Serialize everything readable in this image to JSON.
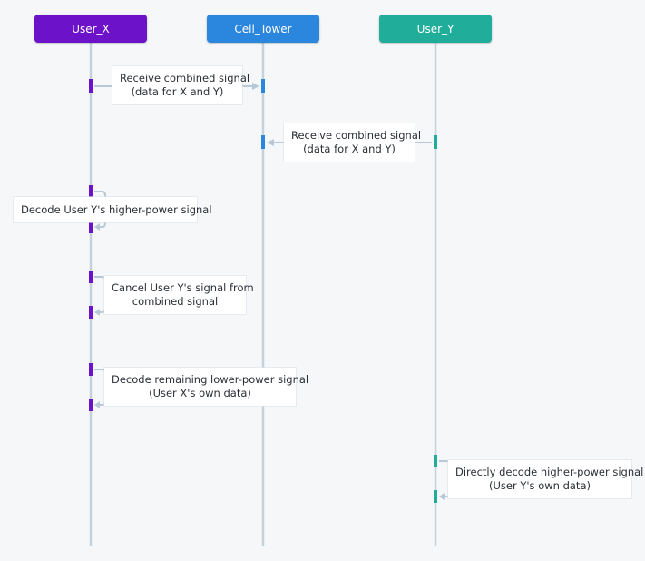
{
  "colors": {
    "user_x": "#6c12c8",
    "cell_tower": "#2b86de",
    "user_y": "#20ae9b",
    "lifeline": "#c5d1dc",
    "arrow": "#b9c8d6",
    "background": "#f5f7f9"
  },
  "actors": [
    {
      "id": "user_x",
      "label": "User_X"
    },
    {
      "id": "cell_tower",
      "label": "Cell_Tower"
    },
    {
      "id": "user_y",
      "label": "User_Y"
    }
  ],
  "messages": [
    {
      "from": "user_x",
      "to": "cell_tower",
      "line1": "Receive combined signal",
      "line2": "(data for X and Y)"
    },
    {
      "from": "user_y",
      "to": "cell_tower",
      "line1": "Receive combined signal",
      "line2": "(data for X and Y)"
    },
    {
      "from": "user_x",
      "to": "user_x",
      "line1": "Decode User Y's higher-power signal",
      "line2": ""
    },
    {
      "from": "user_x",
      "to": "user_x",
      "line1": "Cancel User Y's signal from",
      "line2": "combined signal"
    },
    {
      "from": "user_x",
      "to": "user_x",
      "line1": "Decode remaining lower-power signal",
      "line2": "(User X's own data)"
    },
    {
      "from": "user_y",
      "to": "user_y",
      "line1": "Directly decode higher-power signal",
      "line2": "(User Y's own data)"
    }
  ]
}
